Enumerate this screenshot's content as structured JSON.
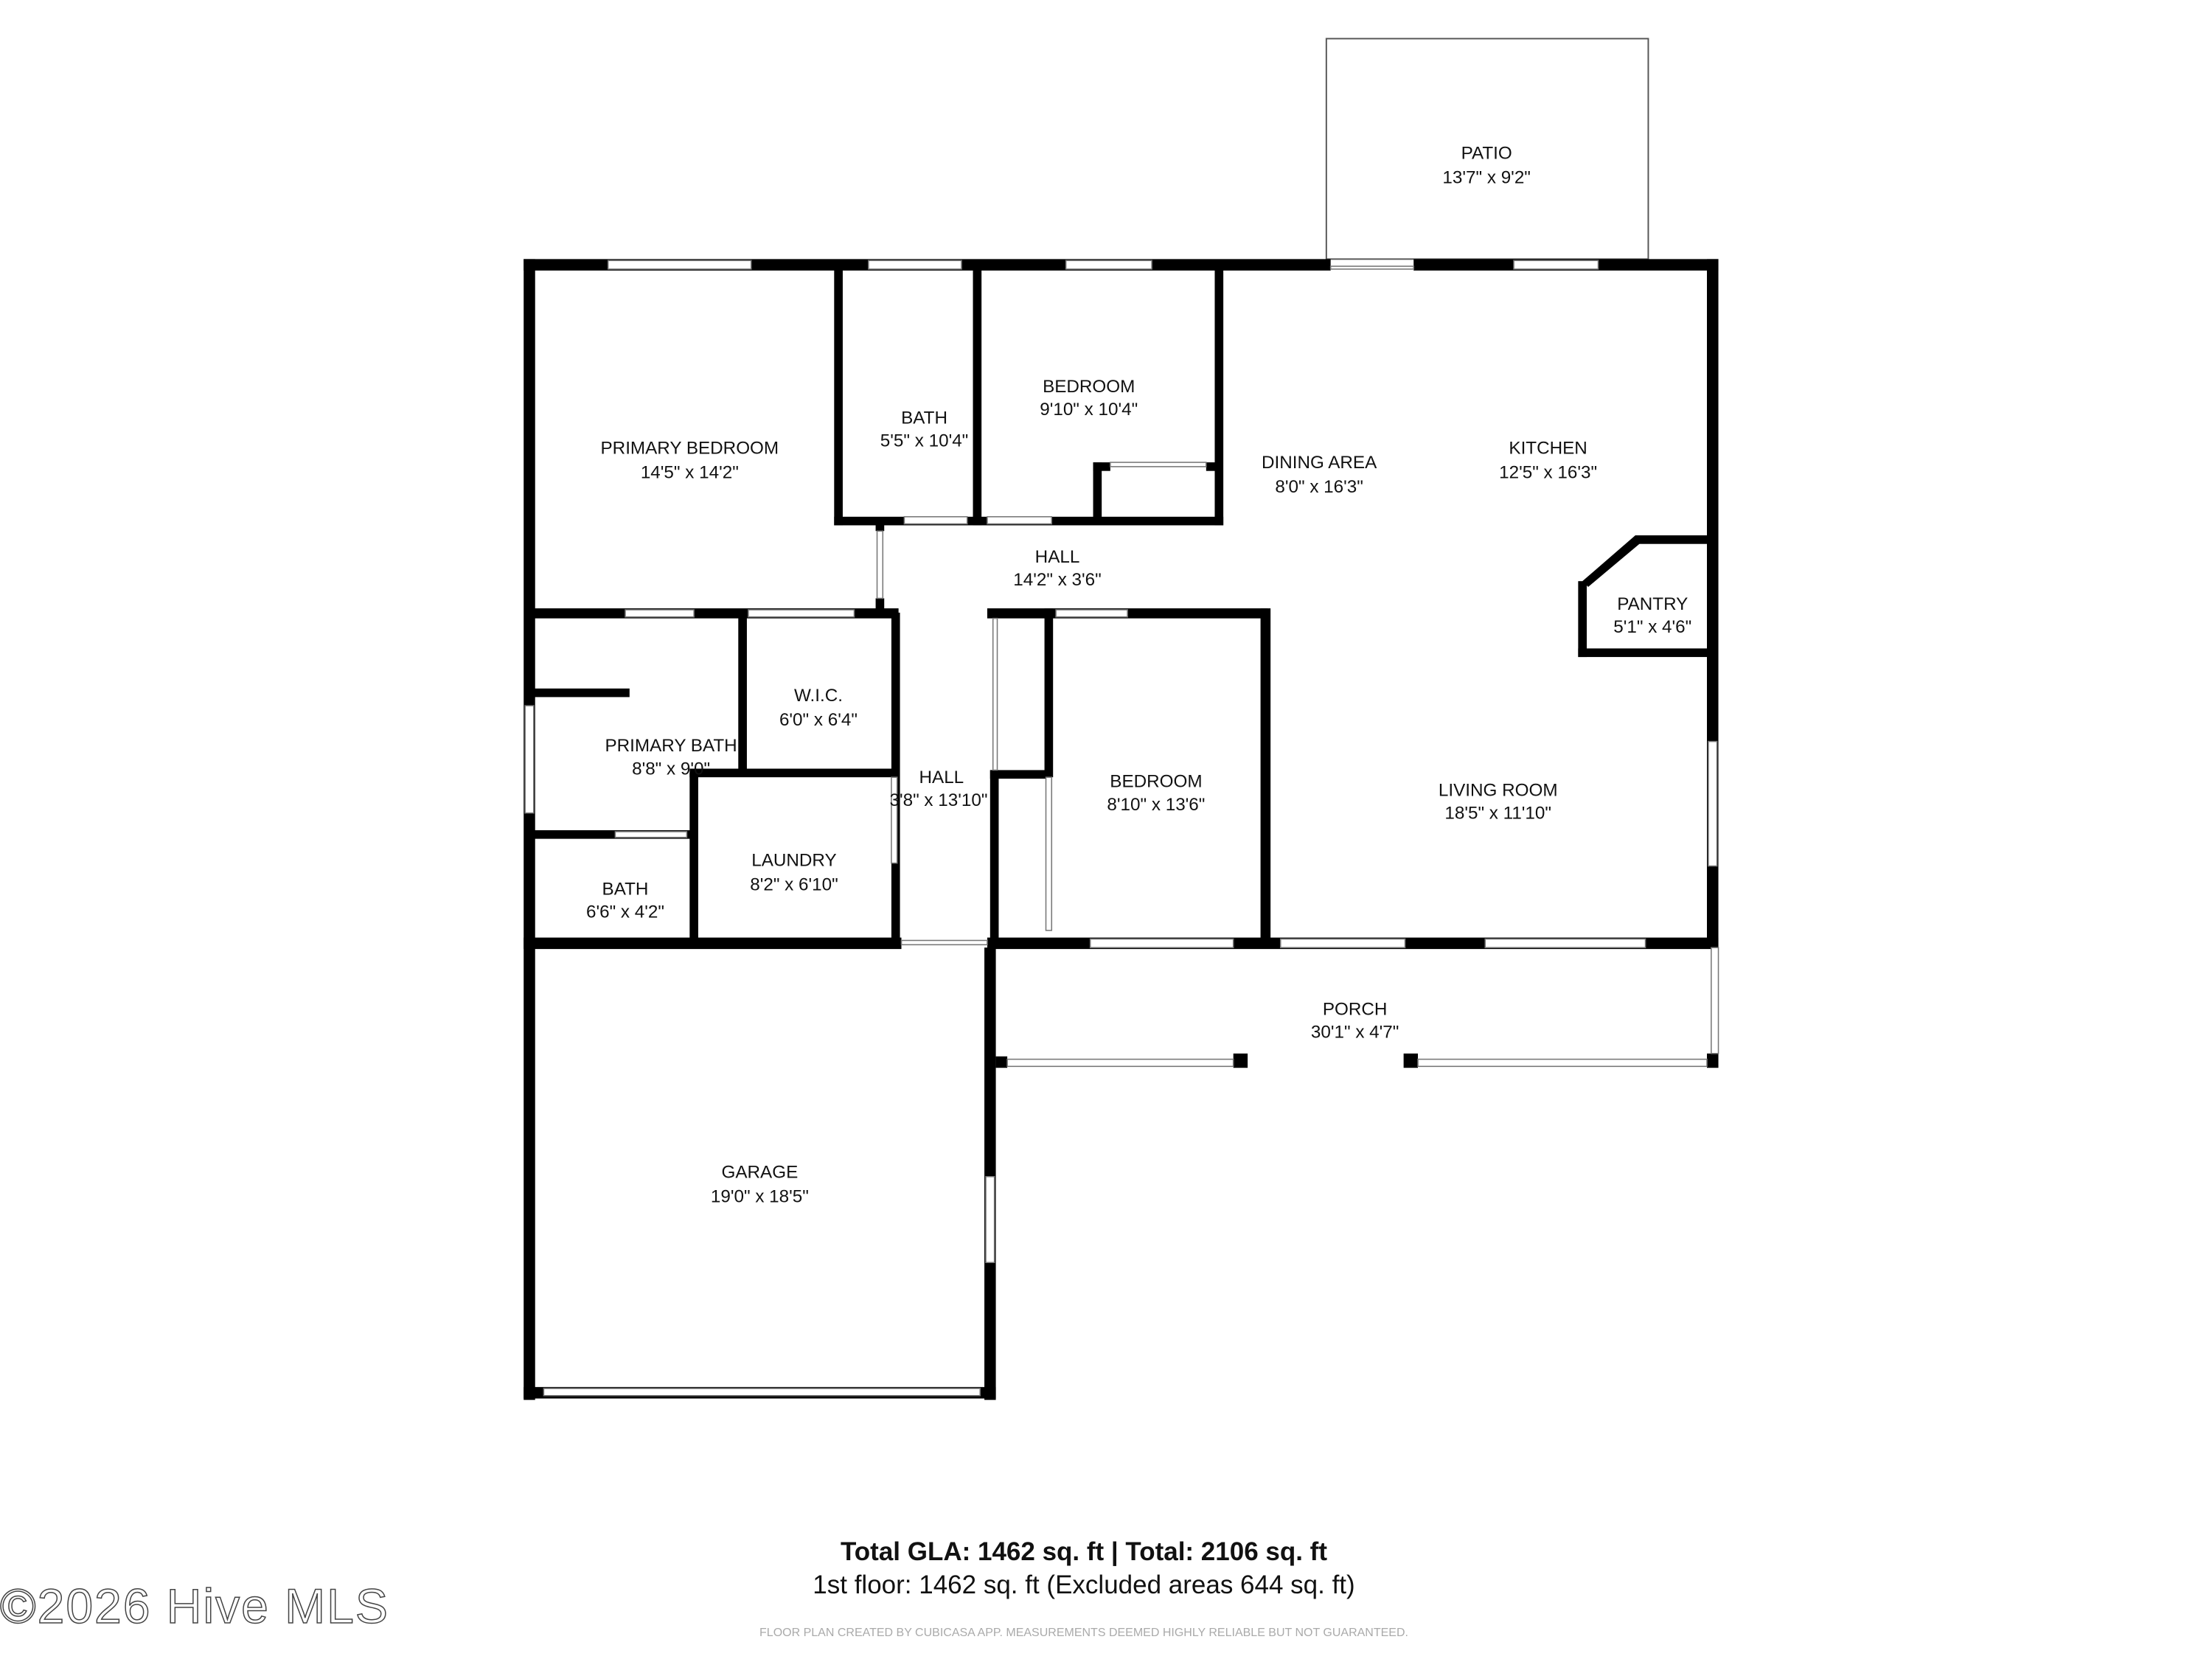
{
  "rooms": {
    "patio": {
      "name": "PATIO",
      "dims": "13'7\" x 9'2\""
    },
    "primary_bedroom": {
      "name": "PRIMARY BEDROOM",
      "dims": "14'5\" x 14'2\""
    },
    "bath_1": {
      "name": "BATH",
      "dims": "5'5\" x 10'4\""
    },
    "bedroom_1": {
      "name": "BEDROOM",
      "dims": "9'10\" x 10'4\""
    },
    "dining_area": {
      "name": "DINING AREA",
      "dims": "8'0\" x 16'3\""
    },
    "kitchen": {
      "name": "KITCHEN",
      "dims": "12'5\" x 16'3\""
    },
    "hall_1": {
      "name": "HALL",
      "dims": "14'2\" x 3'6\""
    },
    "pantry": {
      "name": "PANTRY",
      "dims": "5'1\" x 4'6\""
    },
    "wic": {
      "name": "W.I.C.",
      "dims": "6'0\" x 6'4\""
    },
    "primary_bath": {
      "name": "PRIMARY BATH",
      "dims": "8'8\" x 9'0\""
    },
    "hall_2": {
      "name": "HALL",
      "dims": "3'8\" x 13'10\""
    },
    "bedroom_2": {
      "name": "BEDROOM",
      "dims": "8'10\" x 13'6\""
    },
    "living_room": {
      "name": "LIVING ROOM",
      "dims": "18'5\" x 11'10\""
    },
    "laundry": {
      "name": "LAUNDRY",
      "dims": "8'2\" x 6'10\""
    },
    "bath_2": {
      "name": "BATH",
      "dims": "6'6\" x 4'2\""
    },
    "porch": {
      "name": "PORCH",
      "dims": "30'1\" x 4'7\""
    },
    "garage": {
      "name": "GARAGE",
      "dims": "19'0\" x 18'5\""
    }
  },
  "footer": {
    "totals": "Total GLA: 1462 sq. ft | Total: 2106 sq. ft",
    "floor": "1st floor: 1462 sq. ft (Excluded areas 644 sq. ft)",
    "disclaimer": "FLOOR PLAN CREATED BY CUBICASA APP. MEASUREMENTS DEEMED HIGHLY RELIABLE BUT NOT GUARANTEED."
  },
  "watermark": "©2026 Hive MLS"
}
